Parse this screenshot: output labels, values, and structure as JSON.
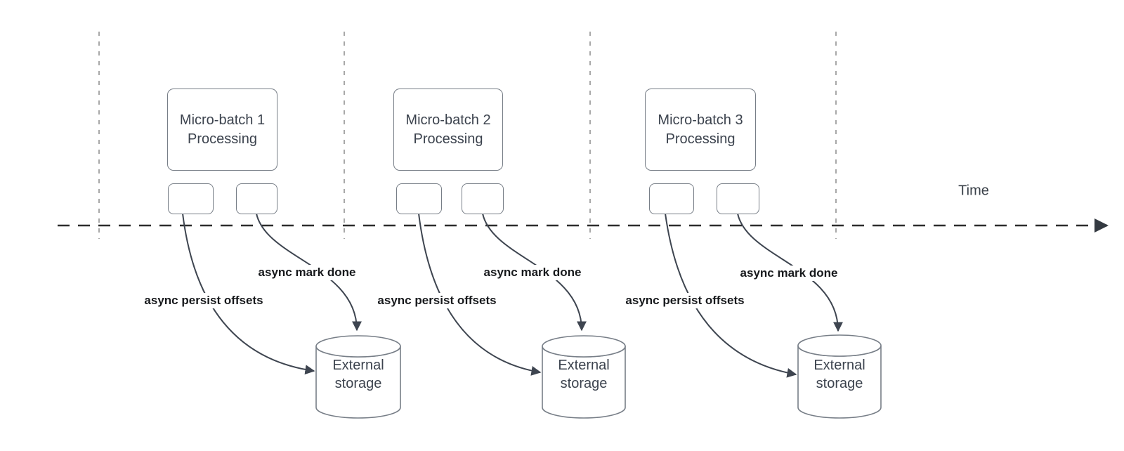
{
  "diagram": {
    "time_axis_label": "Time",
    "batches": [
      {
        "process_lines": [
          "Micro-batch 1",
          "Processing"
        ],
        "persist_arrow_label": "async persist offsets",
        "done_arrow_label": "async mark done",
        "storage_lines": [
          "External",
          "storage"
        ]
      },
      {
        "process_lines": [
          "Micro-batch 2",
          "Processing"
        ],
        "persist_arrow_label": "async persist offsets",
        "done_arrow_label": "async mark done",
        "storage_lines": [
          "External",
          "storage"
        ]
      },
      {
        "process_lines": [
          "Micro-batch 3",
          "Processing"
        ],
        "persist_arrow_label": "async persist offsets",
        "done_arrow_label": "async mark done",
        "storage_lines": [
          "External",
          "storage"
        ]
      }
    ],
    "colors": {
      "background": "#ffffff",
      "guide_line": "#a8a8a8",
      "time_axis": "#2d2d2d",
      "arrow_curve": "#3e4550",
      "shape_border": "#777e87",
      "shape_text": "#3c434e",
      "label_text": "#17191c"
    }
  }
}
